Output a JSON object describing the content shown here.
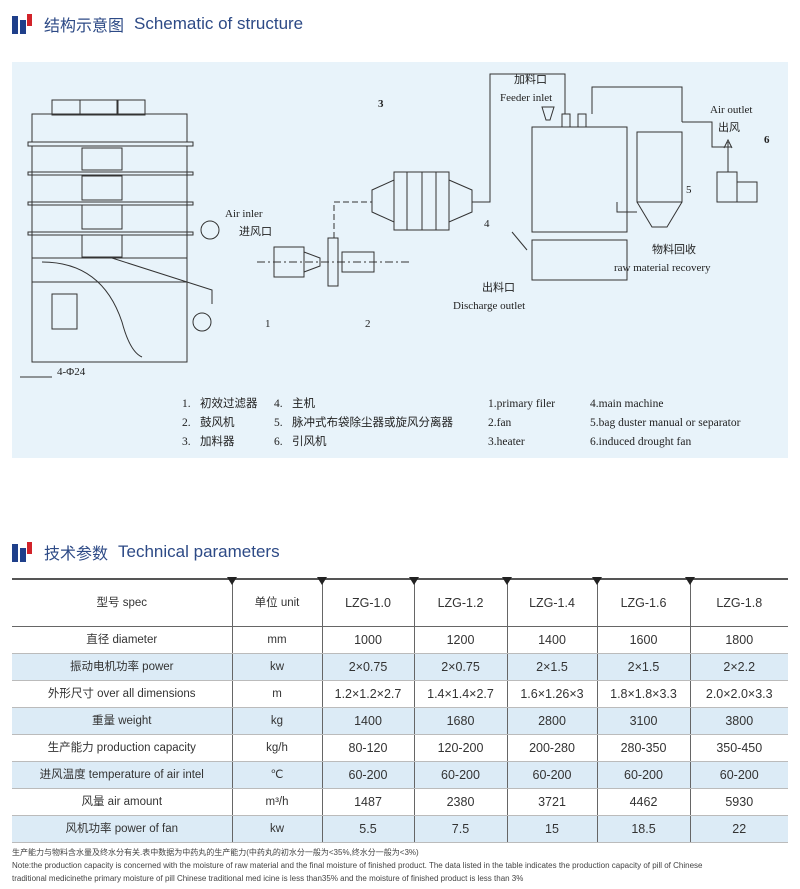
{
  "section1": {
    "title_cn": "结构示意图",
    "title_en": "Schematic of structure"
  },
  "diagram": {
    "labels": {
      "air_inlet_en": "Air inler",
      "air_inlet_cn": "进风口",
      "feeder_cn": "加料口",
      "feeder_en": "Feeder inlet",
      "air_outlet_en": "Air outlet",
      "air_outlet_cn": "出风",
      "discharge_cn": "出料口",
      "discharge_en": "Discharge outlet",
      "recovery_cn": "物料回收",
      "recovery_en": "raw material recovery",
      "dim": "4-Φ24",
      "n1": "1",
      "n2": "2",
      "n3": "3",
      "n4": "4",
      "n5": "5",
      "n6": "6"
    },
    "legend_cn": [
      [
        "1.",
        "初效过滤器"
      ],
      [
        "2.",
        "鼓风机"
      ],
      [
        "3.",
        "加料器"
      ],
      [
        "4.",
        "主机"
      ],
      [
        "5.",
        "脉冲式布袋除尘器或旋风分离器"
      ],
      [
        "6.",
        "引风机"
      ]
    ],
    "legend_en": [
      "1.primary filer",
      "2.fan",
      "3.heater",
      "4.main machine",
      "5.bag duster manual or separator",
      "6.induced drought fan"
    ]
  },
  "section2": {
    "title_cn": "技术参数",
    "title_en": "Technical parameters"
  },
  "table": {
    "header": [
      "型号  spec",
      "单位  unit",
      "LZG-1.0",
      "LZG-1.2",
      "LZG-1.4",
      "LZG-1.6",
      "LZG-1.8"
    ],
    "rows": [
      [
        "直径 diameter",
        "mm",
        "1000",
        "1200",
        "1400",
        "1600",
        "1800"
      ],
      [
        "振动电机功率  power",
        "kw",
        "2×0.75",
        "2×0.75",
        "2×1.5",
        "2×1.5",
        "2×2.2"
      ],
      [
        "外形尺寸  over all dimensions",
        "m",
        "1.2×1.2×2.7",
        "1.4×1.4×2.7",
        "1.6×1.26×3",
        "1.8×1.8×3.3",
        "2.0×2.0×3.3"
      ],
      [
        "重量  weight",
        "kg",
        "1400",
        "1680",
        "2800",
        "3100",
        "3800"
      ],
      [
        "生产能力  production capacity",
        "kg/h",
        "80-120",
        "120-200",
        "200-280",
        "280-350",
        "350-450"
      ],
      [
        "进风温度  temperature of air intel",
        "℃",
        "60-200",
        "60-200",
        "60-200",
        "60-200",
        "60-200"
      ],
      [
        "风量  air amount",
        "m³/h",
        "1487",
        "2380",
        "3721",
        "4462",
        "5930"
      ],
      [
        "风机功率  power of fan",
        "kw",
        "5.5",
        "7.5",
        "15",
        "18.5",
        "22"
      ]
    ]
  },
  "notes": {
    "cn": "生产能力与物料含水量及终水分有关.表中数据为中药丸的生产能力(中药丸的初水分一般为<35%,终水分一般为<3%)",
    "en1": "Note:the production capacity is concerned with the moisture of raw material and the final moisture of finished product. The data listed in the table indicates the production capacity of pill of Chinese",
    "en2": "traditional medicinethe primary moisture of pill Chinese traditional med icine is less than35% and the moisture of finished product is less than 3%"
  }
}
